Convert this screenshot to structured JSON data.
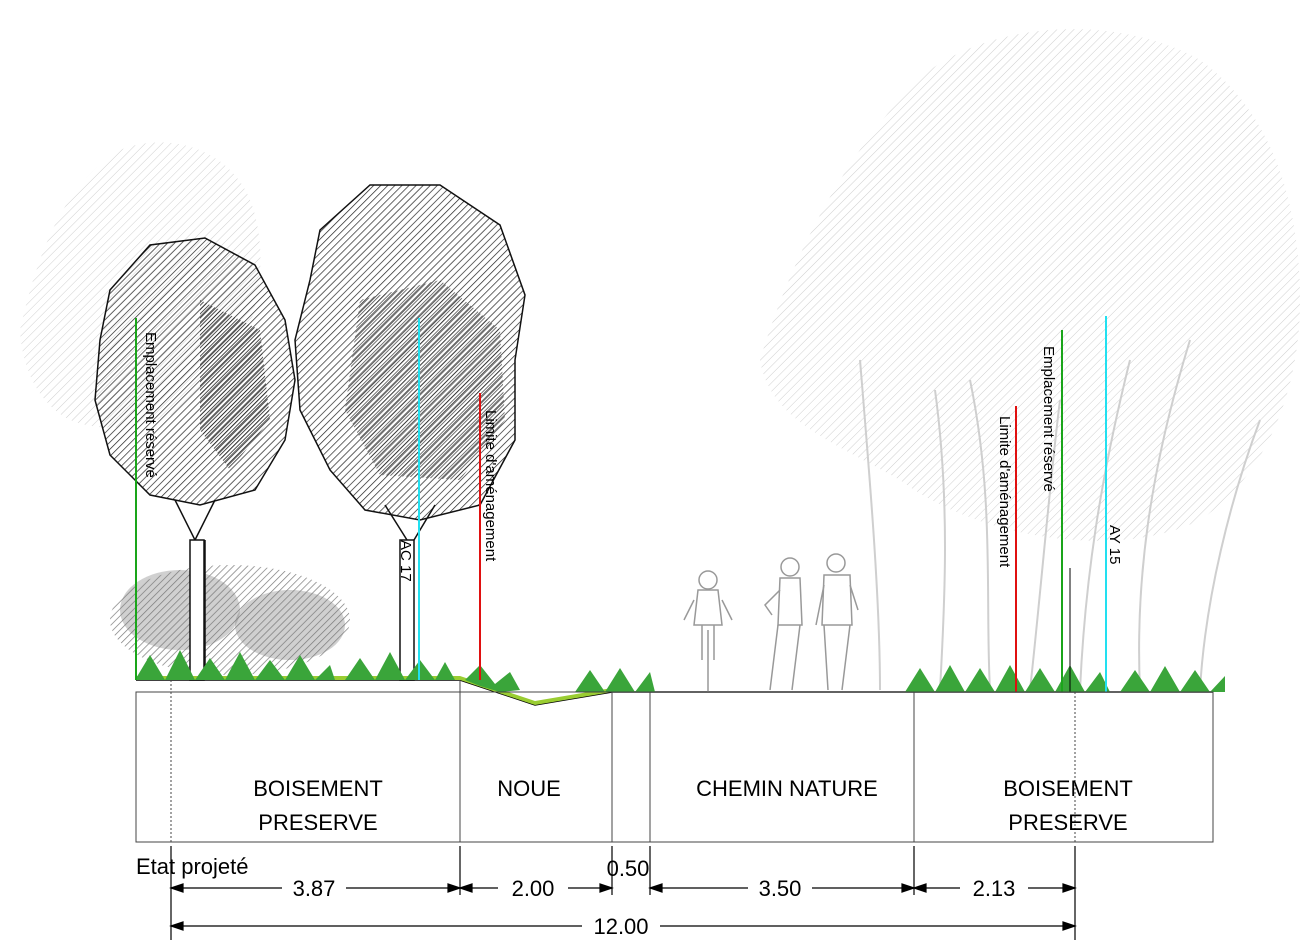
{
  "state_label": "Etat projeté",
  "zones": [
    {
      "line1": "BOISEMENT",
      "line2": "PRESERVE"
    },
    {
      "line1": "NOUE"
    },
    {
      "line1": "CHEMIN NATURE"
    },
    {
      "line1": "BOISEMENT",
      "line2": "PRESERVE"
    }
  ],
  "dimensions": {
    "d1": "3.87",
    "d2": "2.00",
    "d3": "0.50",
    "d4": "3.50",
    "d5": "2.13",
    "total": "12.00"
  },
  "markers": {
    "left_green": "Emplacement réservé",
    "left_cyan": "AC 17",
    "left_red": "Limite d'aménagement",
    "right_red": "Limite d'aménagement",
    "right_green": "Emplacement réservé",
    "right_cyan": "AY 15"
  },
  "colors": {
    "green_line": "#1aa51a",
    "cyan_line": "#22e0f0",
    "red_line": "#e01010",
    "grass": "#3aa53a",
    "tree_dark": "#222222",
    "tree_light": "#cccccc"
  }
}
